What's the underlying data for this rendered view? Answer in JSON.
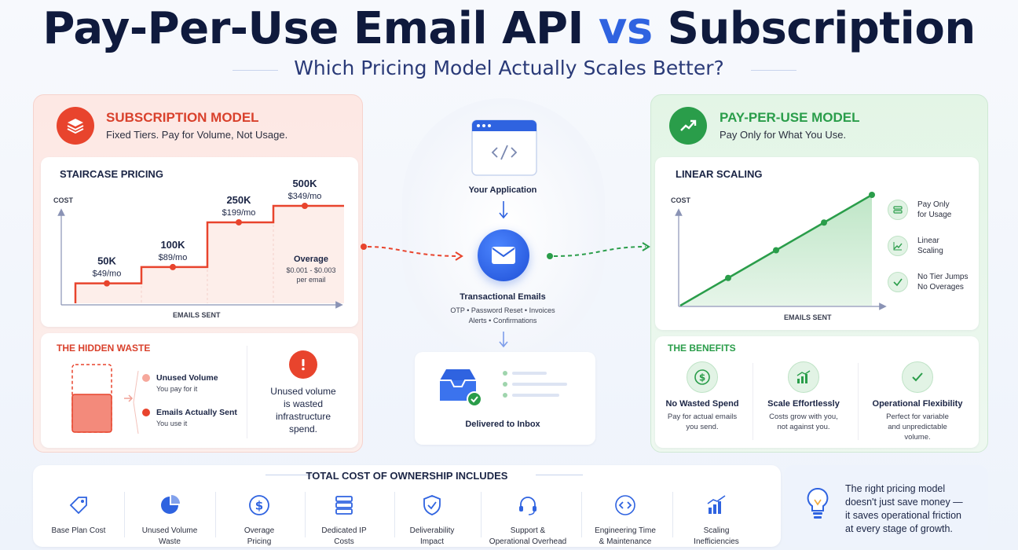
{
  "title": {
    "part1": "Pay-Per-Use Email API",
    "vs": "vs",
    "part2": "Subscription"
  },
  "subtitle": "Which Pricing Model Actually Scales Better?",
  "subscription": {
    "title": "SUBSCRIPTION MODEL",
    "subtitle": "Fixed Tiers. Pay for Volume, Not Usage.",
    "chart_title": "STAIRCASE PRICING",
    "y_label": "COST",
    "x_label": "EMAILS SENT",
    "overage_title": "Overage",
    "overage_range": "$0.001 - $0.003",
    "overage_unit": "per email",
    "waste_title": "THE HIDDEN WASTE",
    "unused_title": "Unused Volume",
    "unused_sub": "You pay for it",
    "sent_title": "Emails Actually Sent",
    "sent_sub": "You use it",
    "warning_text": [
      "Unused volume",
      "is wasted",
      "infrastructure",
      "spend."
    ]
  },
  "middle": {
    "app_label": "Your Application",
    "email_label": "Transactional Emails",
    "email_types_1": "OTP • Password Reset • Invoices",
    "email_types_2": "Alerts • Confirmations",
    "inbox_label": "Delivered to Inbox"
  },
  "ppu": {
    "title": "PAY-PER-USE MODEL",
    "subtitle": "Pay Only for What You Use.",
    "chart_title": "LINEAR SCALING",
    "y_label": "COST",
    "x_label": "EMAILS SENT",
    "features": [
      {
        "line1": "Pay Only",
        "line2": "for Usage"
      },
      {
        "line1": "Linear",
        "line2": "Scaling"
      },
      {
        "line1": "No Tier Jumps",
        "line2": "No Overages"
      }
    ],
    "benefits_title": "THE BENEFITS",
    "benefits": [
      {
        "title": "No Wasted Spend",
        "desc1": "Pay for actual emails",
        "desc2": "you send.",
        "desc3": ""
      },
      {
        "title": "Scale Effortlessly",
        "desc1": "Costs grow with you,",
        "desc2": "not against you.",
        "desc3": ""
      },
      {
        "title": "Operational Flexibility",
        "desc1": "Perfect for variable",
        "desc2": "and unpredictable",
        "desc3": "volume."
      }
    ]
  },
  "tco": {
    "title": "TOTAL COST OF OWNERSHIP INCLUDES",
    "items": [
      {
        "l1": "Base Plan Cost",
        "l2": ""
      },
      {
        "l1": "Unused Volume",
        "l2": "Waste"
      },
      {
        "l1": "Overage",
        "l2": "Pricing"
      },
      {
        "l1": "Dedicated IP",
        "l2": "Costs"
      },
      {
        "l1": "Deliverability",
        "l2": "Impact"
      },
      {
        "l1": "Support &",
        "l2": "Operational Overhead"
      },
      {
        "l1": "Engineering Time",
        "l2": "& Maintenance"
      },
      {
        "l1": "Scaling",
        "l2": "Inefficiencies"
      }
    ]
  },
  "tip": {
    "line1": "The right pricing model",
    "line2": "doesn't just save money —",
    "line3": "it saves operational friction",
    "line4": "at every stage of growth."
  },
  "chart_data": [
    {
      "type": "line",
      "title": "STAIRCASE PRICING",
      "xlabel": "EMAILS SENT",
      "ylabel": "COST",
      "categories": [
        "50K",
        "100K",
        "250K",
        "500K"
      ],
      "values": [
        49,
        89,
        199,
        349
      ],
      "value_labels": [
        "$49/mo",
        "$89/mo",
        "$199/mo",
        "$349/mo"
      ],
      "step": true
    },
    {
      "type": "area",
      "title": "LINEAR SCALING",
      "xlabel": "EMAILS SENT",
      "ylabel": "COST",
      "x": [
        0,
        1,
        2,
        3,
        4
      ],
      "values": [
        0,
        1,
        2,
        3,
        4
      ]
    }
  ],
  "colors": {
    "red": "#e8442d",
    "green": "#2a9d4a",
    "blue": "#2f63e0",
    "navy": "#0f1a3d"
  }
}
